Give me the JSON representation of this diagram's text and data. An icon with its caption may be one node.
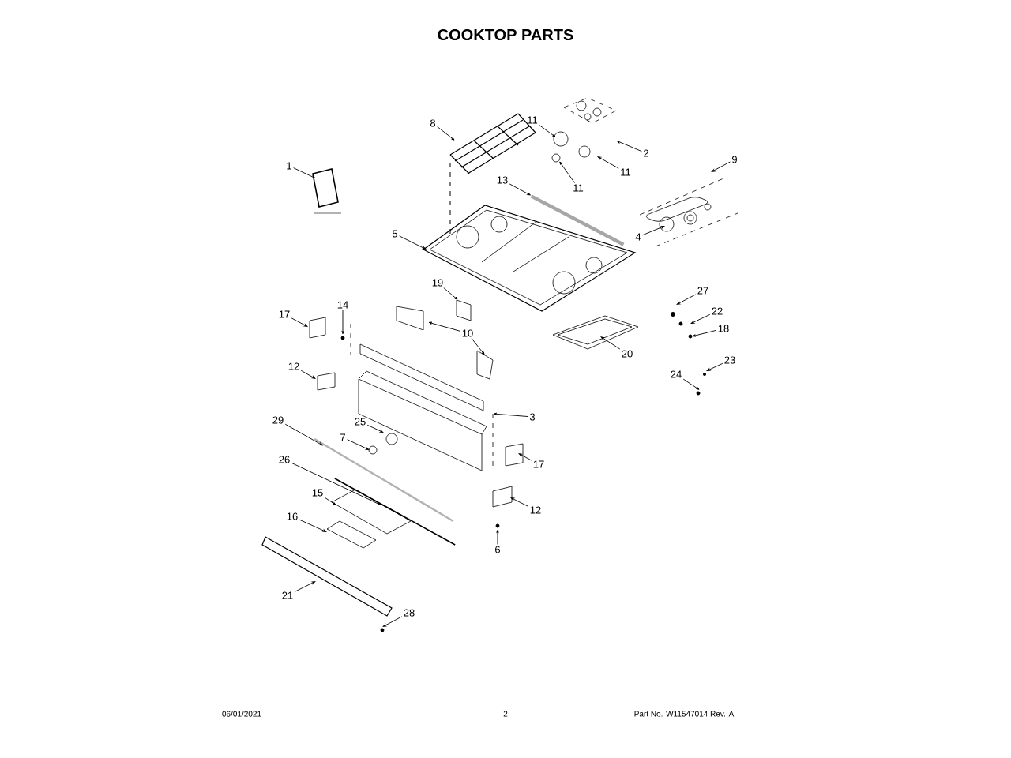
{
  "diagram": {
    "title": "COOKTOP PARTS",
    "nodes": [
      {
        "text": [
          "8"
        ]
      },
      {
        "text": [
          "11"
        ]
      },
      {
        "text": [
          "2"
        ]
      },
      {
        "text": [
          "11"
        ]
      },
      {
        "text": [
          "11"
        ]
      },
      {
        "text": [
          "1"
        ]
      },
      {
        "text": [
          "9"
        ]
      },
      {
        "text": [
          "13"
        ]
      },
      {
        "text": [
          "5"
        ]
      },
      {
        "text": [
          "4"
        ]
      },
      {
        "text": [
          "19"
        ]
      },
      {
        "text": [
          "27"
        ]
      },
      {
        "text": [
          "17"
        ]
      },
      {
        "text": [
          "14"
        ]
      },
      {
        "text": [
          "10"
        ]
      },
      {
        "text": [
          "22"
        ]
      },
      {
        "text": [
          "18"
        ]
      },
      {
        "text": [
          "20"
        ]
      },
      {
        "text": [
          "12"
        ]
      },
      {
        "text": [
          "23"
        ]
      },
      {
        "text": [
          "24"
        ]
      },
      {
        "text": [
          "3"
        ]
      },
      {
        "text": [
          "29"
        ]
      },
      {
        "text": [
          "25"
        ]
      },
      {
        "text": [
          "7"
        ]
      },
      {
        "text": [
          "17"
        ]
      },
      {
        "text": [
          "26"
        ]
      },
      {
        "text": [
          "15"
        ]
      },
      {
        "text": [
          "12"
        ]
      },
      {
        "text": [
          "16"
        ]
      },
      {
        "text": [
          "6"
        ]
      },
      {
        "text": [
          "21"
        ]
      },
      {
        "text": [
          "28"
        ]
      },
      {
        "text": [],
        "shape": "bar"
      },
      {
        "text": [],
        "shape": "bar"
      },
      {
        "text": [],
        "shape": "bar"
      }
    ],
    "edges": [
      {
        "from": 0,
        "to": null,
        "arrow": "to"
      },
      {
        "from": 1,
        "to": null,
        "arrow": "to"
      },
      {
        "from": 2,
        "to": null,
        "arrow": "to"
      },
      {
        "from": 3,
        "to": null,
        "arrow": "to"
      },
      {
        "from": 4,
        "to": null,
        "arrow": "to"
      },
      {
        "from": 5,
        "to": null,
        "arrow": "to"
      },
      {
        "from": 6,
        "to": null,
        "arrow": "to"
      },
      {
        "from": 7,
        "to": 33,
        "arrow": "to"
      },
      {
        "from": 8,
        "to": null,
        "arrow": "to"
      },
      {
        "from": 9,
        "to": null,
        "arrow": "to"
      },
      {
        "from": 10,
        "to": null,
        "arrow": "to"
      },
      {
        "from": 11,
        "to": null,
        "arrow": "to"
      },
      {
        "from": 12,
        "to": null,
        "arrow": "to"
      },
      {
        "from": 13,
        "to": null,
        "arrow": "to"
      },
      {
        "from": 14,
        "to": null,
        "arrow": "to"
      },
      {
        "from": 14,
        "to": null,
        "arrow": "to"
      },
      {
        "from": 15,
        "to": null,
        "arrow": "to"
      },
      {
        "from": 16,
        "to": null,
        "arrow": "to"
      },
      {
        "from": 17,
        "to": null,
        "arrow": "to"
      },
      {
        "from": 18,
        "to": null,
        "arrow": "to"
      },
      {
        "from": 19,
        "to": null,
        "arrow": "to"
      },
      {
        "from": 20,
        "to": null,
        "arrow": "to"
      },
      {
        "from": 21,
        "to": null,
        "arrow": "to"
      },
      {
        "from": 22,
        "to": 34,
        "arrow": "to"
      },
      {
        "from": 23,
        "to": null,
        "arrow": "to"
      },
      {
        "from": 24,
        "to": null,
        "arrow": "to"
      },
      {
        "from": 25,
        "to": null,
        "arrow": "to"
      },
      {
        "from": 26,
        "to": 35,
        "arrow": "to"
      },
      {
        "from": 27,
        "to": null,
        "arrow": "to"
      },
      {
        "from": 28,
        "to": null,
        "arrow": "to"
      },
      {
        "from": 29,
        "to": null,
        "arrow": "to"
      },
      {
        "from": 30,
        "to": null,
        "arrow": "to"
      },
      {
        "from": 31,
        "to": null,
        "arrow": "to"
      },
      {
        "from": 32,
        "to": null,
        "arrow": "to"
      }
    ],
    "labels": [
      "06/01/2021",
      "2",
      "Part No.  W11547014  Rev. A"
    ]
  }
}
